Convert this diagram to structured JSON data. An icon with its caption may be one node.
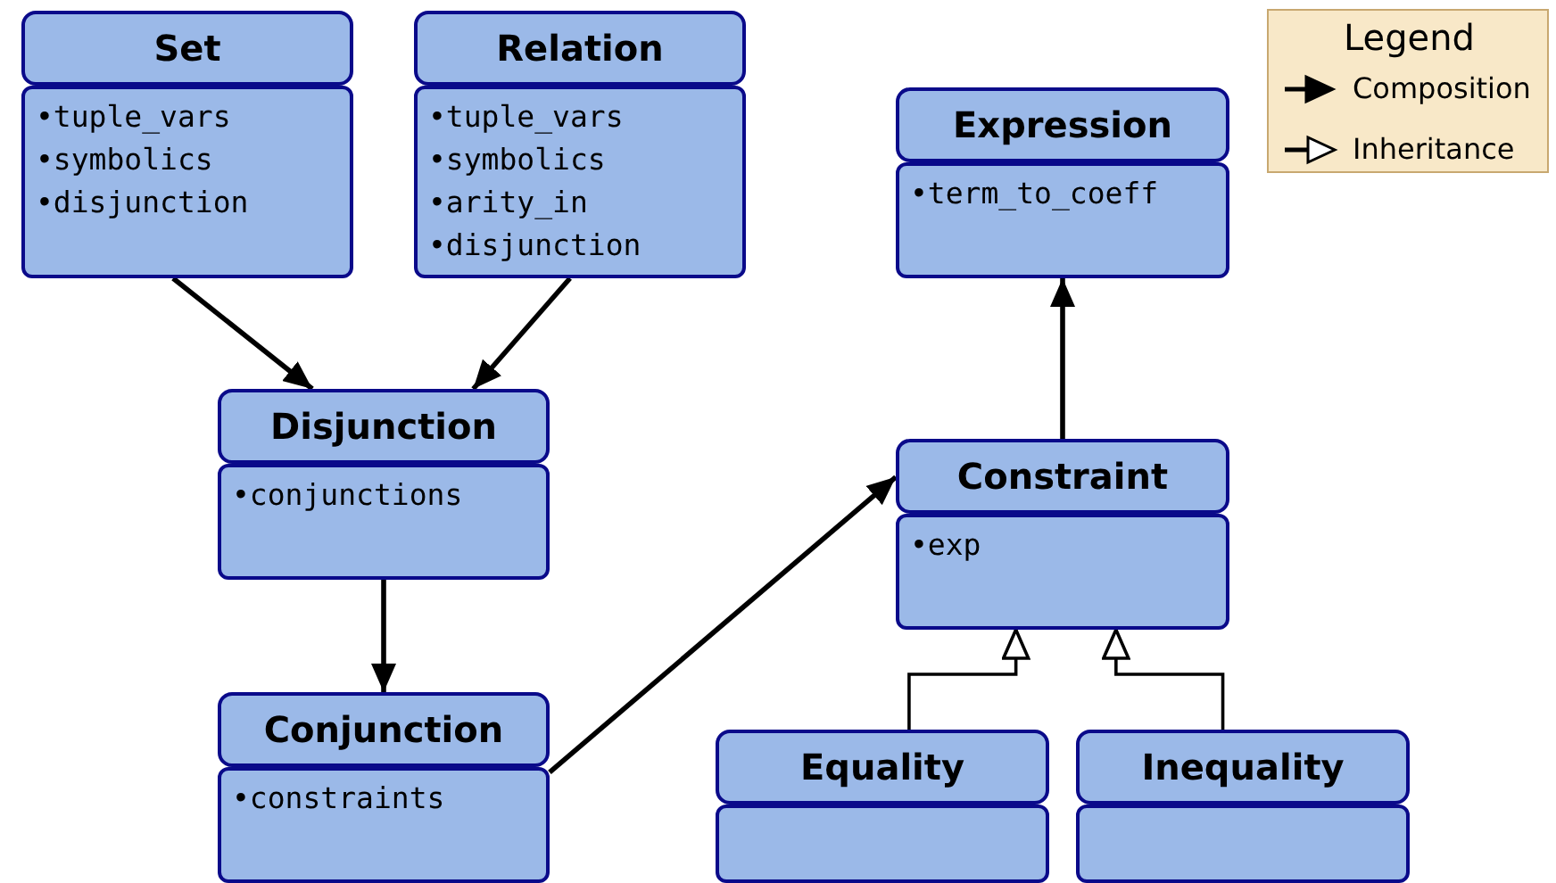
{
  "diagram": {
    "nodes": [
      {
        "text": [
          "Set",
          "•tuple_vars",
          "•symbolics",
          "•disjunction"
        ]
      },
      {
        "text": [
          "Relation",
          "•tuple_vars",
          "•symbolics",
          "•arity_in",
          "•disjunction"
        ]
      },
      {
        "text": [
          "Expression",
          "•term_to_coeff"
        ]
      },
      {
        "text": [
          "Disjunction",
          "•conjunctions"
        ]
      },
      {
        "text": [
          "Constraint",
          "•exp"
        ]
      },
      {
        "text": [
          "Conjunction",
          "•constraints"
        ]
      },
      {
        "text": [
          "Equality"
        ]
      },
      {
        "text": [
          "Inequality"
        ]
      }
    ],
    "edges": [
      {
        "from": 0,
        "to": 3,
        "arrow": "to"
      },
      {
        "from": 1,
        "to": 3,
        "arrow": "to"
      },
      {
        "from": 3,
        "to": 5,
        "arrow": "to"
      },
      {
        "from": 5,
        "to": 4,
        "arrow": "to"
      },
      {
        "from": 4,
        "to": 2,
        "arrow": "to"
      },
      {
        "from": 6,
        "to": 4,
        "arrow": "to"
      },
      {
        "from": 7,
        "to": 4,
        "arrow": "to"
      }
    ],
    "labels": [
      "Legend"
    ],
    "legend": [
      {
        "text": "Composition"
      },
      {
        "text": "Inheritance"
      }
    ]
  }
}
